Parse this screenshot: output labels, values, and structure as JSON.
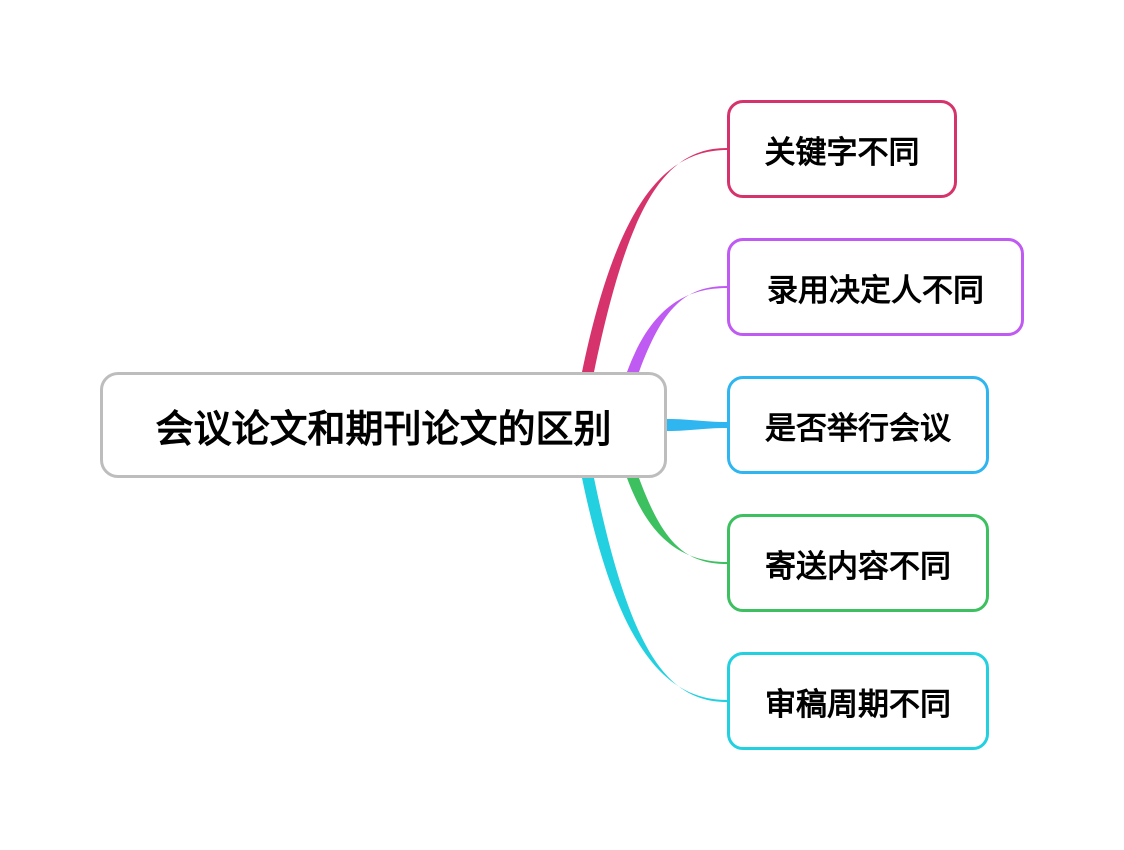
{
  "root": {
    "label": "会议论文和期刊论文的区别",
    "border_color": "#bdbdbd"
  },
  "branches": [
    {
      "label": "关键字不同",
      "color": "#d6336c"
    },
    {
      "label": "录用决定人不同",
      "color": "#bf5af2"
    },
    {
      "label": "是否举行会议",
      "color": "#2fb5f0"
    },
    {
      "label": "寄送内容不同",
      "color": "#3cc060"
    },
    {
      "label": "审稿周期不同",
      "color": "#22d0e0"
    }
  ]
}
